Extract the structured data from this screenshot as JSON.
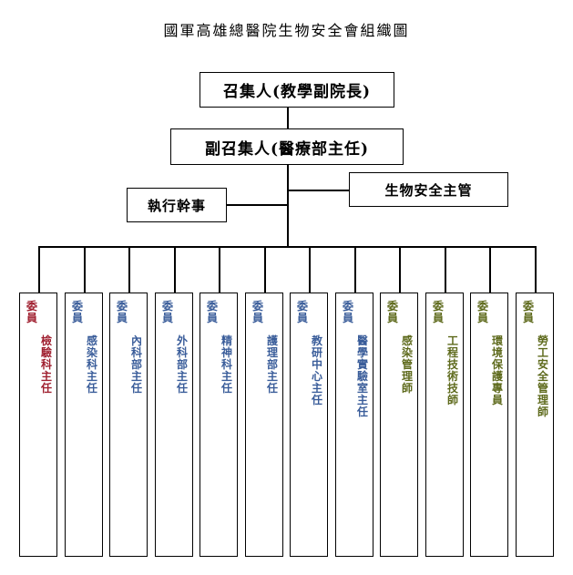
{
  "title": "國軍高雄總醫院生物安全會組織圖",
  "convener": "召集人(教學副院長)",
  "vice_convener": "副召集人(醫療部主任)",
  "executive_secretary": "執行幹事",
  "biosafety_officer": "生物安全主管",
  "member_role": "委員",
  "members": [
    {
      "dept": "檢驗科主任",
      "color": "#a02030"
    },
    {
      "dept": "感染科主任",
      "color": "#3a5d9a"
    },
    {
      "dept": "內科部主任",
      "color": "#3a5d9a"
    },
    {
      "dept": "外科部主任",
      "color": "#3a5d9a"
    },
    {
      "dept": "精神科主任",
      "color": "#3a5d9a"
    },
    {
      "dept": "護理部主任",
      "color": "#3a5d9a"
    },
    {
      "dept": "教研中心主任",
      "color": "#3a5d9a"
    },
    {
      "dept": "醫學實驗室主任",
      "color": "#3a5d9a"
    },
    {
      "dept": "感染管理師",
      "color": "#5e6a1c"
    },
    {
      "dept": "工程技術技師",
      "color": "#5e6a1c"
    },
    {
      "dept": "環境保護專員",
      "color": "#5e6a1c"
    },
    {
      "dept": "勞工安全管理師",
      "color": "#5e6a1c"
    }
  ]
}
